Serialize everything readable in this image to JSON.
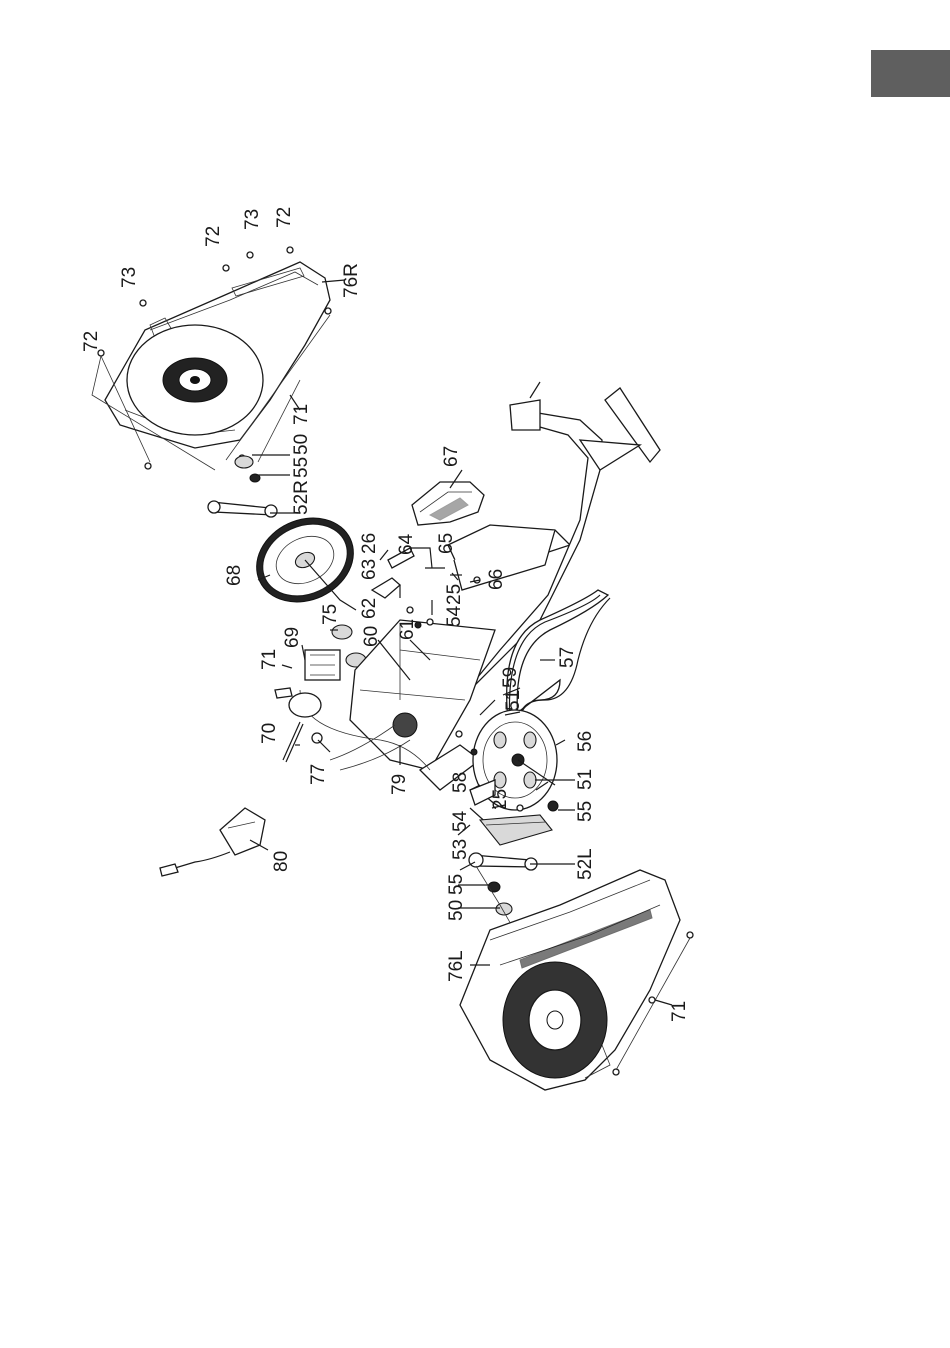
{
  "page_tab": {
    "color": "#5f5f5f"
  },
  "labels": {
    "l72a": "72",
    "l73a": "73",
    "l72b": "72",
    "l73b": "73",
    "l72c": "72",
    "l76R": "76R",
    "l71a": "71",
    "l50a": "50",
    "l55a": "55",
    "l52R": "52R",
    "l67": "67",
    "l68": "68",
    "l26": "26",
    "l64": "64",
    "l63": "63",
    "l65": "65",
    "l66": "66",
    "l62": "62",
    "l25a": "25",
    "l54a": "54",
    "l75": "75",
    "l60": "60",
    "l61": "61",
    "l69": "69",
    "l71b": "71",
    "l57": "57",
    "l59": "59",
    "l51a": "51",
    "l70": "70",
    "l56": "56",
    "l77": "77",
    "l79": "79",
    "l58": "58",
    "l51b": "51",
    "l25b": "25",
    "l55b": "55",
    "l54b": "54",
    "l53": "53",
    "l52L": "52L",
    "l80": "80",
    "l55c": "55",
    "l50b": "50",
    "l76L": "76L",
    "l71c": "71"
  }
}
